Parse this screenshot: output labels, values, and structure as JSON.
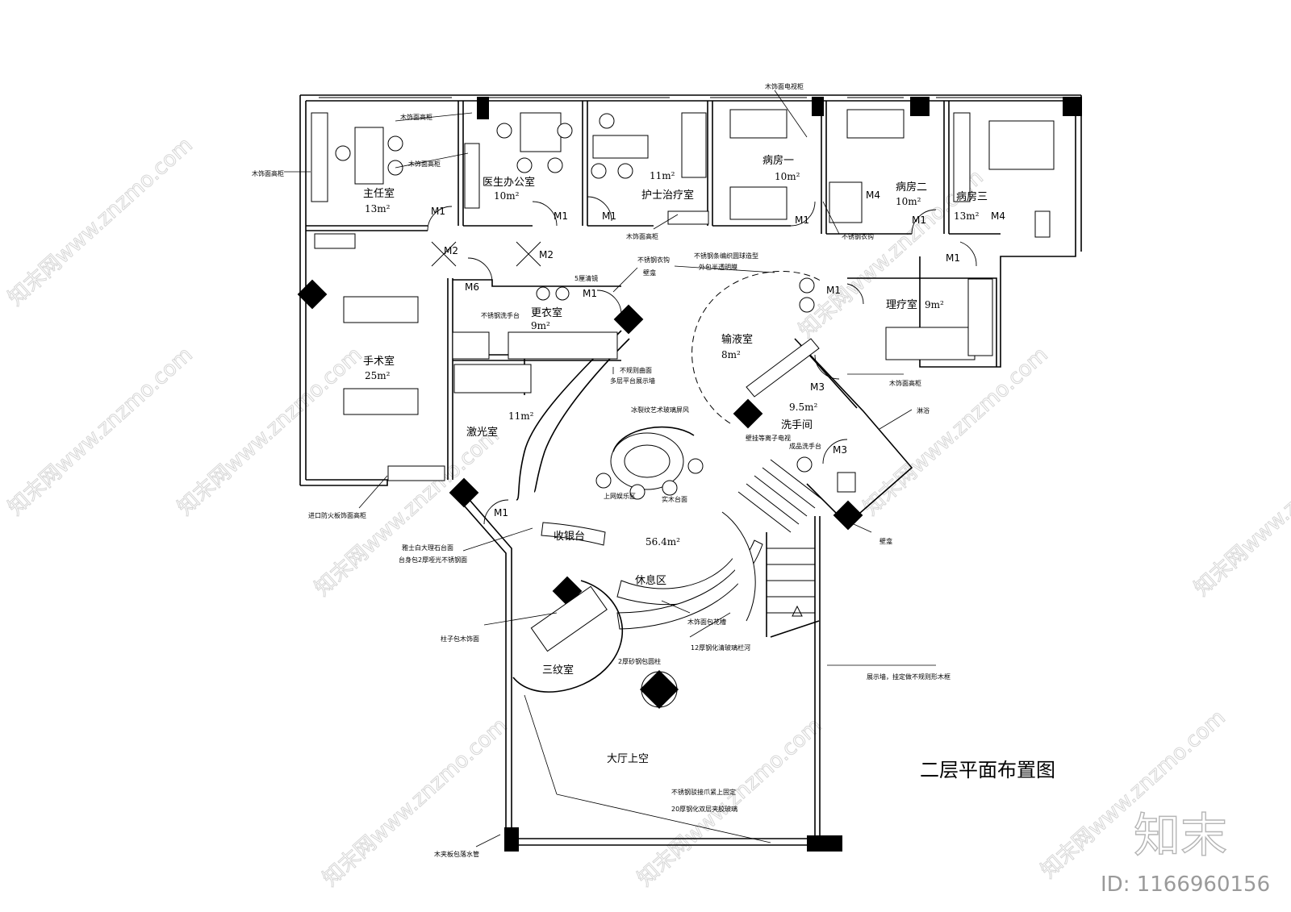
{
  "drawing_title": "二层平面布置图",
  "rooms": {
    "director": {
      "name": "主任室",
      "area": "13m²"
    },
    "doctor_office": {
      "name": "医生办公室",
      "area": "10m²"
    },
    "nurse_treatment": {
      "name": "护士治疗室",
      "area": "11m²"
    },
    "ward_one": {
      "name": "病房一",
      "area": "10m²"
    },
    "ward_two": {
      "name": "病房二",
      "area": "10m²"
    },
    "ward_three": {
      "name": "病房三",
      "area": "13m²"
    },
    "surgery": {
      "name": "手术室",
      "area": "25m²"
    },
    "changing": {
      "name": "更衣室",
      "area": "9m²"
    },
    "laser": {
      "name": "激光室",
      "area": "11m²"
    },
    "infusion": {
      "name": "输液室",
      "area": "8m²"
    },
    "physio": {
      "name": "理疗室",
      "area": "9m²"
    },
    "washroom": {
      "name": "洗手间",
      "area": "9.5m²"
    },
    "hall_area": "56.4m²",
    "cashier": {
      "name": "收银台"
    },
    "lounge": {
      "name": "休息区"
    },
    "tattoo": {
      "name": "三纹室"
    },
    "void": {
      "name": "大厅上空"
    }
  },
  "doors": {
    "m1": "M1",
    "m2": "M2",
    "m3": "M3",
    "m4": "M4",
    "m6": "M6"
  },
  "annotations": {
    "wood_tall_cabinet": "木饰面高柜",
    "wood_tall_cabinet_2": "木饰面高柜",
    "wood_tall_cabinet_3": "木饰面高柜",
    "wood_tall_cabinet_4": "木饰面高柜",
    "wood_tall_cabinet_5": "木饰面高柜",
    "wood_tv_cabinet": "木饰面电视柜",
    "steel_hook_1": "不锈钢衣钩",
    "steel_hook_2": "不锈钢衣钩",
    "niche_1": "壁龛",
    "niche_2": "壁龛",
    "mirror": "5厘清镜",
    "steel_basin": "不锈钢洗手台",
    "woven_line1": "不锈钢条编织圆球造型",
    "woven_line2": "外包半透明膜",
    "curved_wall_line1": "不规则曲面",
    "curved_wall_line2": "多层平台展示墙",
    "ice_screen": "冰裂纹艺术玻璃屏风",
    "internet_zone": "上网娱乐区",
    "solid_wood_top": "实木台面",
    "fire_board": "进口防火板饰面高柜",
    "marble_line1": "雅士白大理石台面",
    "marble_line2": "台身包2厚哑光不锈钢面",
    "wall_tv": "壁挂等离子电视",
    "vanity": "成品洗手台",
    "shower": "淋浴",
    "column_wood": "柱子包木饰面",
    "flower_trough": "木饰面包花槽",
    "glass_rail": "12厚钢化清玻璃栏河",
    "sand_column": "2厚砂钢包圆柱",
    "display_wall": "展示墙，挂定做不规则形木框",
    "glass_line1": "不锈钢驳接爪紧上固定",
    "glass_line2": "20厚钢化双层夹胶玻璃",
    "plywood_pipe": "木夹板包落水管"
  },
  "watermark": {
    "site": "知末网www.znzmo.com",
    "brand": "知末",
    "id": "ID: 1166960156"
  }
}
